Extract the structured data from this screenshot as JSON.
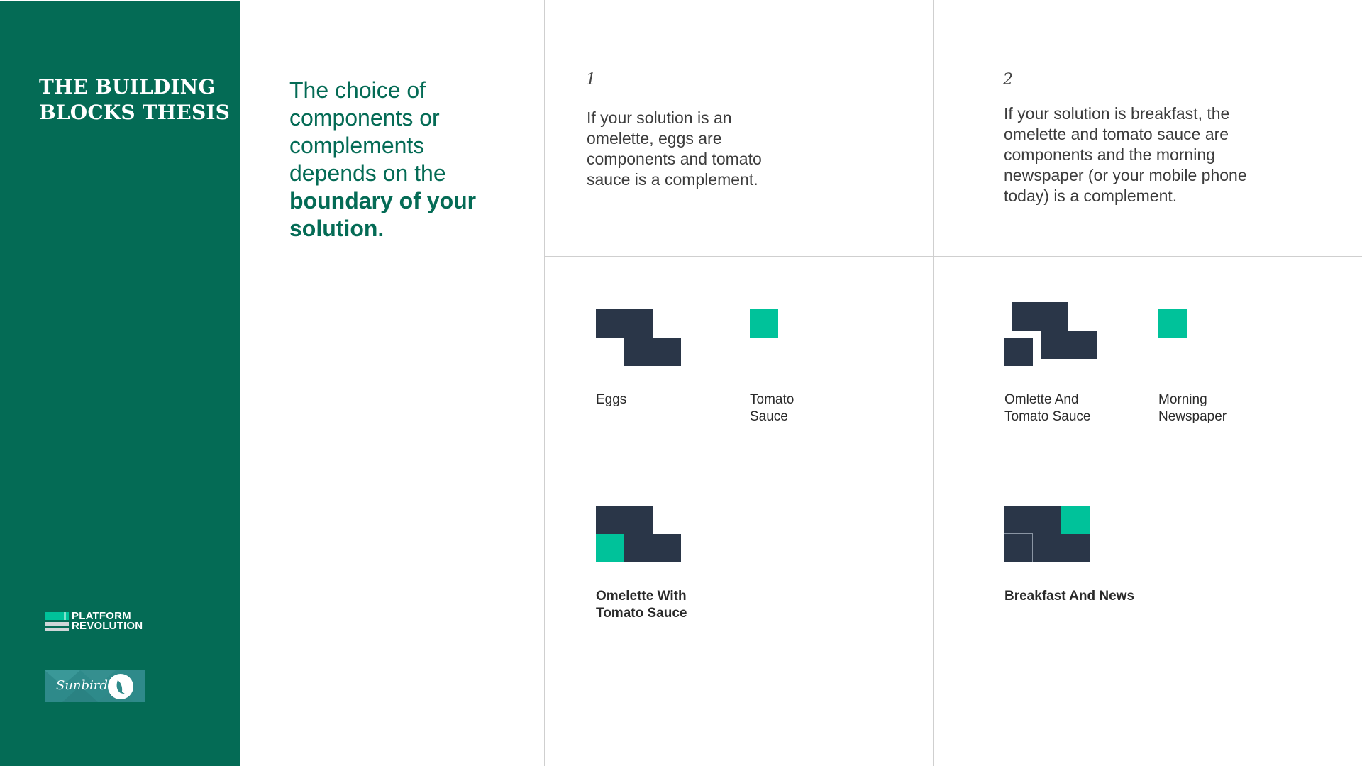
{
  "sidebar": {
    "title_line1": "THE BUILDING",
    "title_line2": "BLOCKS THESIS",
    "logos": {
      "platform_revolution": {
        "line1": "PLATFORM",
        "line2": "REVOLUTION"
      },
      "sunbird": {
        "text": "Sunbird"
      }
    }
  },
  "lead": {
    "normal": "The choice of components or complements depends on the",
    "bold": "boundary of your solution."
  },
  "columns": [
    {
      "number": "1",
      "description": "If your solution is an omelette, eggs are components and tomato sauce is a complement.",
      "items": [
        {
          "line1": "Eggs",
          "line2": ""
        },
        {
          "line1": "Tomato",
          "line2": "Sauce"
        }
      ],
      "result": {
        "line1": "Omelette With",
        "line2": "Tomato Sauce"
      }
    },
    {
      "number": "2",
      "description": "If your solution is breakfast, the omelette and tomato sauce are components and the morning newspaper (or your mobile phone today) is a complement.",
      "items": [
        {
          "line1": "Omlette And",
          "line2": "Tomato Sauce"
        },
        {
          "line1": "Morning",
          "line2": "Newspaper"
        }
      ],
      "result": {
        "line1": "Breakfast And News",
        "line2": ""
      }
    }
  ],
  "colors": {
    "sidebar_green": "#046b55",
    "block_navy": "#2a3648",
    "accent_teal": "#00c29a"
  },
  "icons": [
    "platform-revolution-logo",
    "sunbird-logo"
  ]
}
